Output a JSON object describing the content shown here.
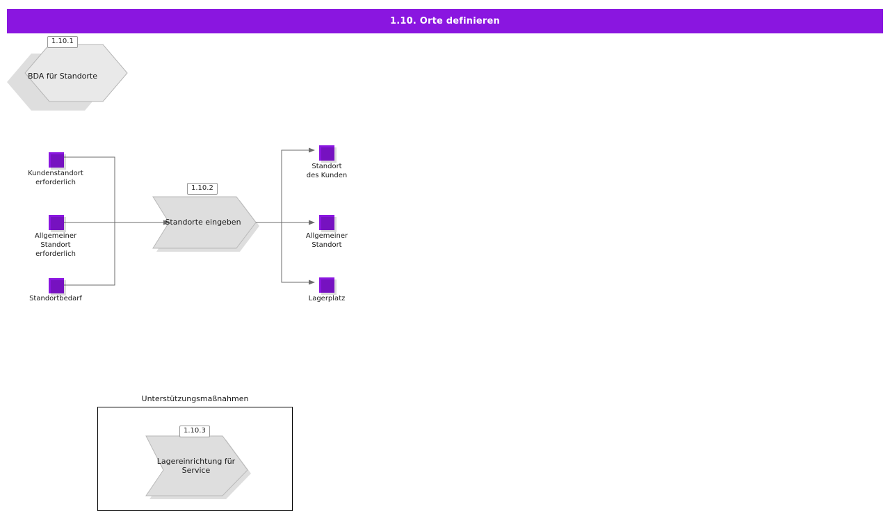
{
  "header": {
    "title": "1.10. Orte definieren",
    "accent_color": "#8A16E0",
    "text_color": "#ffffff"
  },
  "diagram": {
    "type": "process-flow",
    "node_color": "#8A16E0",
    "shape_fill": "#E8E8E8",
    "shape_stroke": "#9a9a9a",
    "badges": {
      "hexagon": "1.10.1",
      "process": "1.10.2",
      "support_process": "1.10.3"
    },
    "hexagon": {
      "label": "BDA für Standorte",
      "badge": "1.10.1"
    },
    "process": {
      "label": "Standorte eingeben",
      "badge": "1.10.2"
    },
    "inputs": [
      {
        "label": "Kundenstandort\nerforderlich"
      },
      {
        "label": "Allgemeiner\nStandort\nerforderlich"
      },
      {
        "label": "Standortbedarf"
      }
    ],
    "outputs": [
      {
        "label": "Standort\ndes Kunden"
      },
      {
        "label": "Allgemeiner\nStandort"
      },
      {
        "label": "Lagerplatz"
      }
    ],
    "support_group": {
      "title": "Unterstützungsmaßnahmen",
      "process": {
        "label": "Lagereinrichtung für\nService",
        "badge": "1.10.3"
      }
    }
  }
}
